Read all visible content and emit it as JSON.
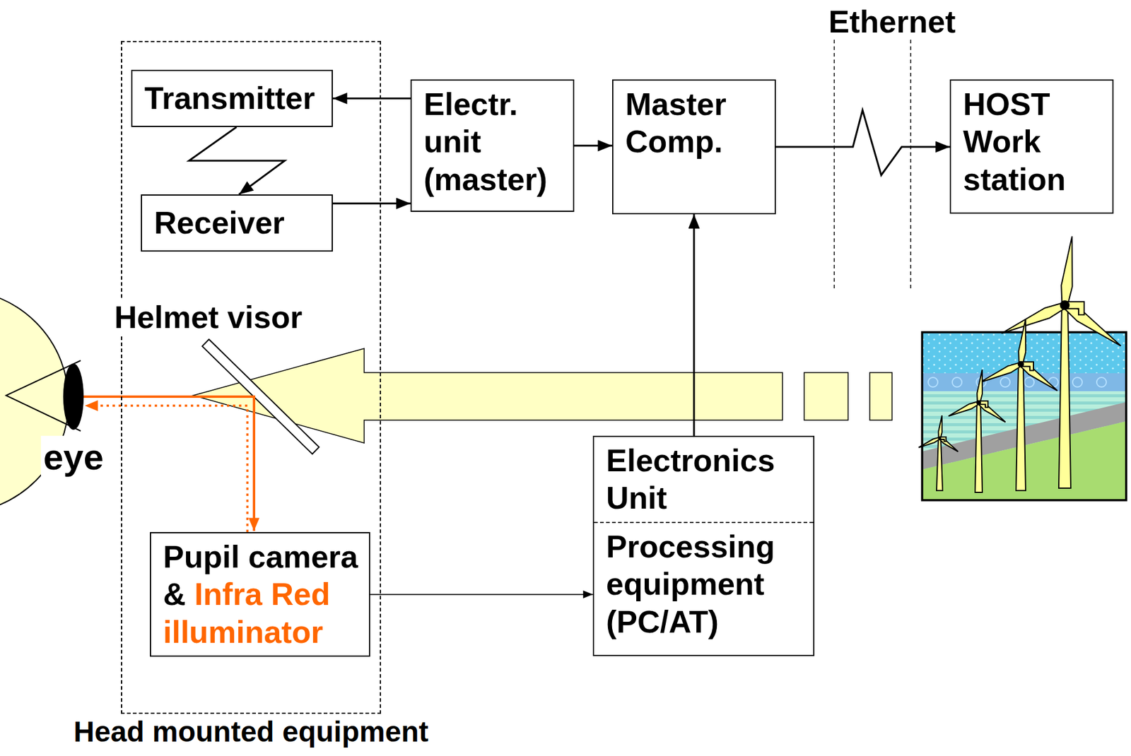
{
  "diagram": {
    "nodes": [
      {
        "text": [
          "Head mounted equipment"
        ]
      },
      {
        "text": [
          "Transmitter"
        ],
        "in": 0
      },
      {
        "text": [
          "Receiver"
        ],
        "in": 0
      },
      {
        "text": [
          "Electr. unit (master)"
        ]
      },
      {
        "text": [
          "Master Comp."
        ]
      },
      {
        "text": [
          "HOST Work station"
        ]
      },
      {
        "text": [
          "Electronics Unit",
          "Processing equipment (PC/AT)"
        ]
      },
      {
        "text": [
          "Pupil camera &",
          "Infra Red illuminator"
        ],
        "in": 0
      }
    ],
    "edges": [
      {
        "from": 3,
        "to": 1,
        "arrow": "to"
      },
      {
        "from": 1,
        "to": 2,
        "arrow": "to"
      },
      {
        "from": 2,
        "to": 3,
        "arrow": "to"
      },
      {
        "from": 3,
        "to": 4,
        "arrow": "to"
      },
      {
        "from": 4,
        "to": 5,
        "arrow": "to"
      },
      {
        "from": 6,
        "to": 4,
        "arrow": "to"
      },
      {
        "from": 7,
        "to": 6,
        "arrow": "to"
      }
    ],
    "labels": [
      "Ethernet",
      "Helmet visor",
      "eye"
    ]
  }
}
